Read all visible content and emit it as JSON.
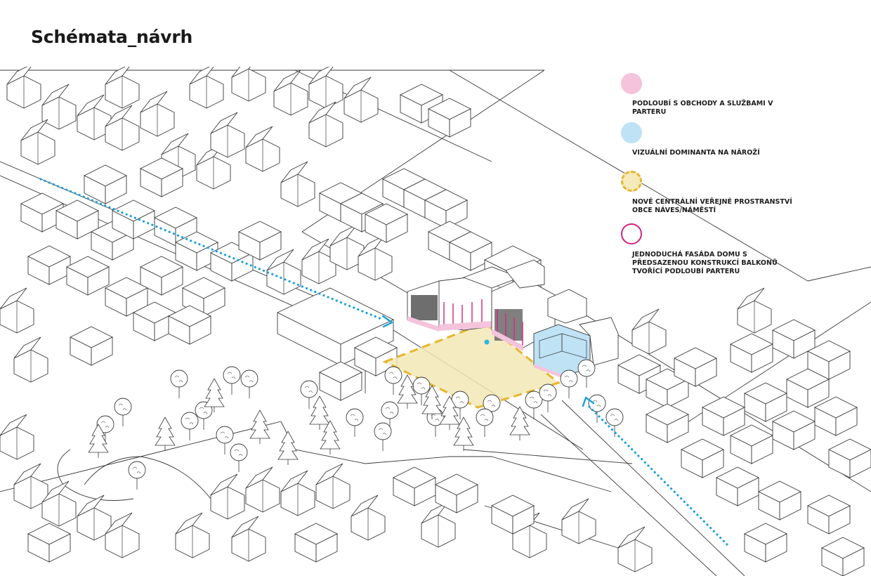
{
  "title": "Schémata_návrh",
  "legend": [
    {
      "symbol": "pink-filled-circle",
      "color": "#f5c3dc",
      "label": "PODLOUBÍ S OBCHODY A SLUŽBAMI V PARTERU"
    },
    {
      "symbol": "blue-filled-circle",
      "color": "#bfe2f5",
      "label": "VIZUÁLNÍ DOMINANTA NA NÁROŽÍ"
    },
    {
      "symbol": "yellow-dashed-circle",
      "color": "#f5eabc",
      "border_color": "#e6b62e",
      "label": "NOVÉ CENTRÁLNÍ VEŘEJNÉ PROSTRANSTVÍ OBCE NÁVES/NÁMĚSTÍ"
    },
    {
      "symbol": "magenta-outline-circle",
      "color": "#ffffff",
      "border_color": "#d4237d",
      "label": "JEDNODUCHÁ FASÁDA DOMU S PŘEDSAZENOU KONSTRUKCÍ BALKONŮ TVOŘÍCÍ PODLOUBÍ PARTERU"
    }
  ],
  "colors": {
    "line": "#3a3a3a",
    "pedestrian_route": "#1aa0dd",
    "square_fill": "#f2e7b5",
    "square_border": "#e6b62e",
    "arcade": "#f5c3dc",
    "balcony_facade": "#d4237d",
    "dominant": "#bfe2f5"
  }
}
